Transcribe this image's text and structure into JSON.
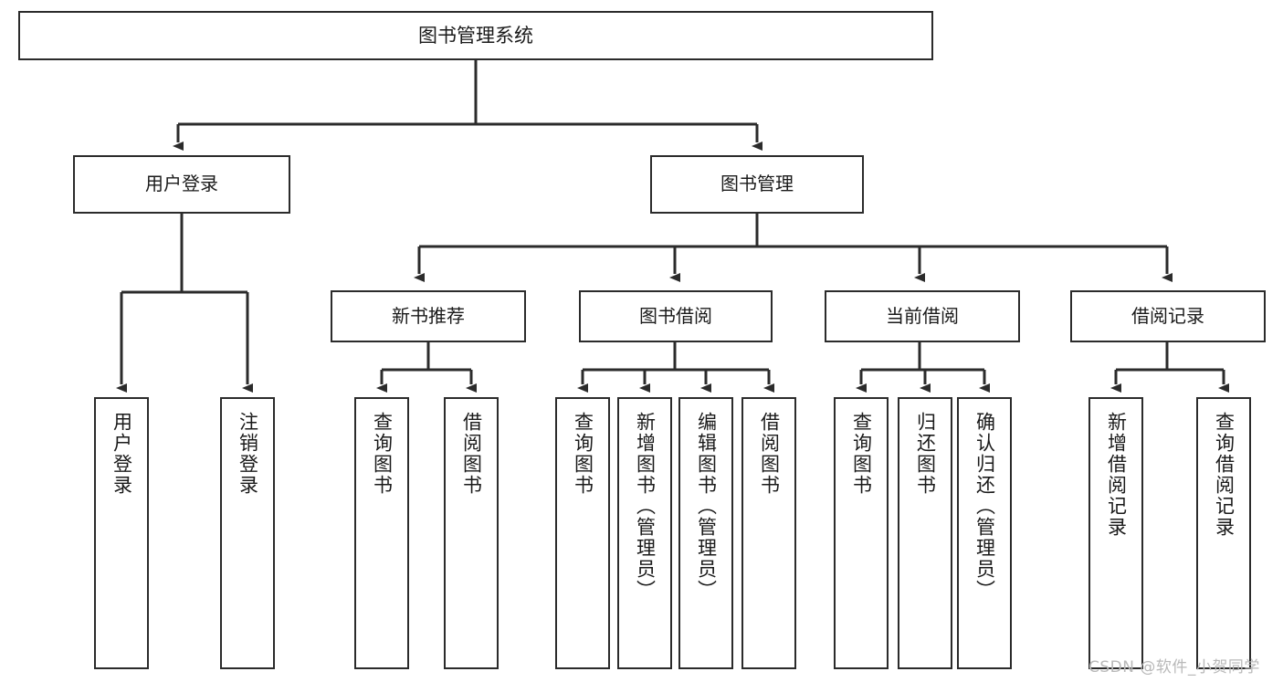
{
  "diagram": {
    "type": "tree",
    "title": "图书管理系统",
    "orientation": "top-down",
    "colors": {
      "box_border": "#2b2b2b",
      "box_fill": "#ffffff",
      "connector": "#2b2b2b",
      "background": "#ffffff",
      "watermark": "#b9b9b9"
    }
  },
  "root": {
    "label": "图书管理系统"
  },
  "level2": {
    "user_login": {
      "label": "用户登录"
    },
    "book_manage": {
      "label": "图书管理"
    }
  },
  "level3": {
    "new_book_rec": {
      "label": "新书推荐"
    },
    "book_borrow": {
      "label": "图书借阅"
    },
    "current_borrow": {
      "label": "当前借阅"
    },
    "borrow_record": {
      "label": "借阅记录"
    }
  },
  "leaves": {
    "user_login": [
      {
        "label": "用户登录"
      },
      {
        "label": "注销登录"
      }
    ],
    "new_book_rec": [
      {
        "label": "查询图书"
      },
      {
        "label": "借阅图书"
      }
    ],
    "book_borrow": [
      {
        "label": "查询图书"
      },
      {
        "label": "新增图书（管理员）"
      },
      {
        "label": "编辑图书（管理员）"
      },
      {
        "label": "借阅图书"
      }
    ],
    "current_borrow": [
      {
        "label": "查询图书"
      },
      {
        "label": "归还图书"
      },
      {
        "label": "确认归还（管理员）"
      }
    ],
    "borrow_record": [
      {
        "label": "新增借阅记录"
      },
      {
        "label": "查询借阅记录"
      }
    ]
  },
  "watermark": {
    "text": "CSDN @软件_小贺同学"
  }
}
